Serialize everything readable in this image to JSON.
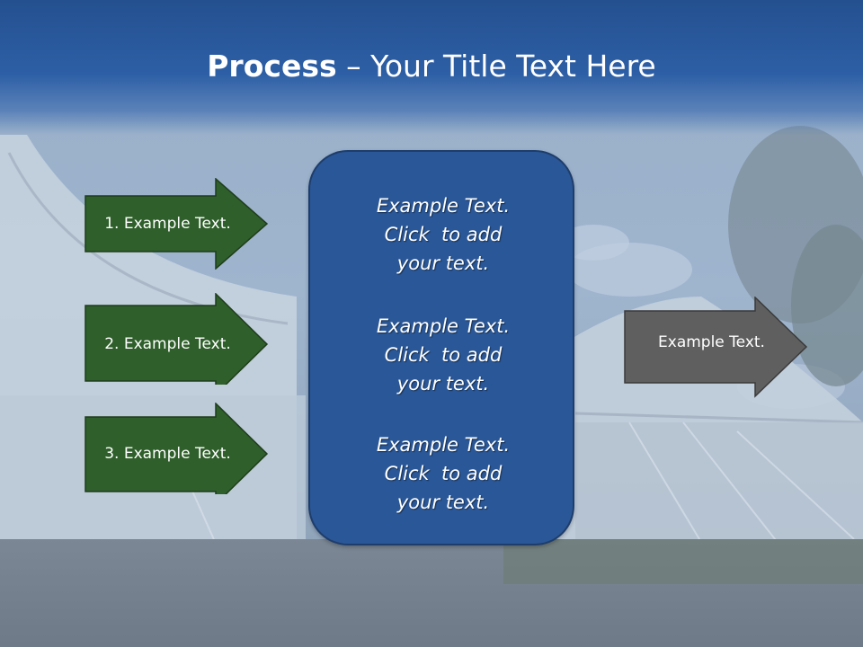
{
  "title": {
    "bold": "Process",
    "rest": " – Your Title Text Here"
  },
  "steps": [
    {
      "label": "1. Example Text."
    },
    {
      "label": "2. Example Text."
    },
    {
      "label": "3. Example Text."
    }
  ],
  "center": {
    "blocks": [
      {
        "line1": "Example Text.",
        "line2": "Click  to add",
        "line3": "your text."
      },
      {
        "line1": "Example Text.",
        "line2": "Click  to add",
        "line3": "your text."
      },
      {
        "line1": "Example Text.",
        "line2": "Click  to add",
        "line3": "your text."
      }
    ]
  },
  "output": {
    "label": "Example Text."
  },
  "colors": {
    "title_bar": "#2d5fa6",
    "step_arrow": "#2f5f2a",
    "center_box": "#2a5797",
    "output_arrow": "#5f5f5f"
  }
}
